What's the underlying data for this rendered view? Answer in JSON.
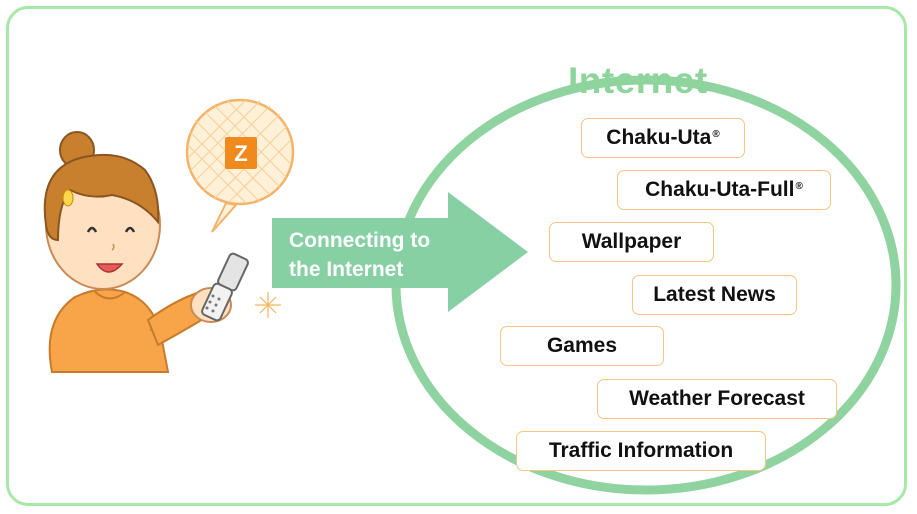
{
  "arrow": {
    "line1": "Connecting to",
    "line2": "the Internet"
  },
  "internet": {
    "title": "Internet",
    "services": [
      {
        "label": "Chaku-Uta",
        "mark": "®"
      },
      {
        "label": "Chaku-Uta-Full",
        "mark": "®"
      },
      {
        "label": "Wallpaper"
      },
      {
        "label": "Latest News"
      },
      {
        "label": "Games"
      },
      {
        "label": "Weather Forecast"
      },
      {
        "label": "Traffic Information"
      }
    ]
  },
  "speech_bubble": {
    "icon": "z-app-icon",
    "letter": "Z"
  },
  "colors": {
    "frame": "#a6e8a8",
    "circle": "#8fd3a0",
    "arrow": "#86d0a4",
    "pill_border": "#f4c585",
    "title": "#8ed59b",
    "icon": "#f08a1c"
  }
}
